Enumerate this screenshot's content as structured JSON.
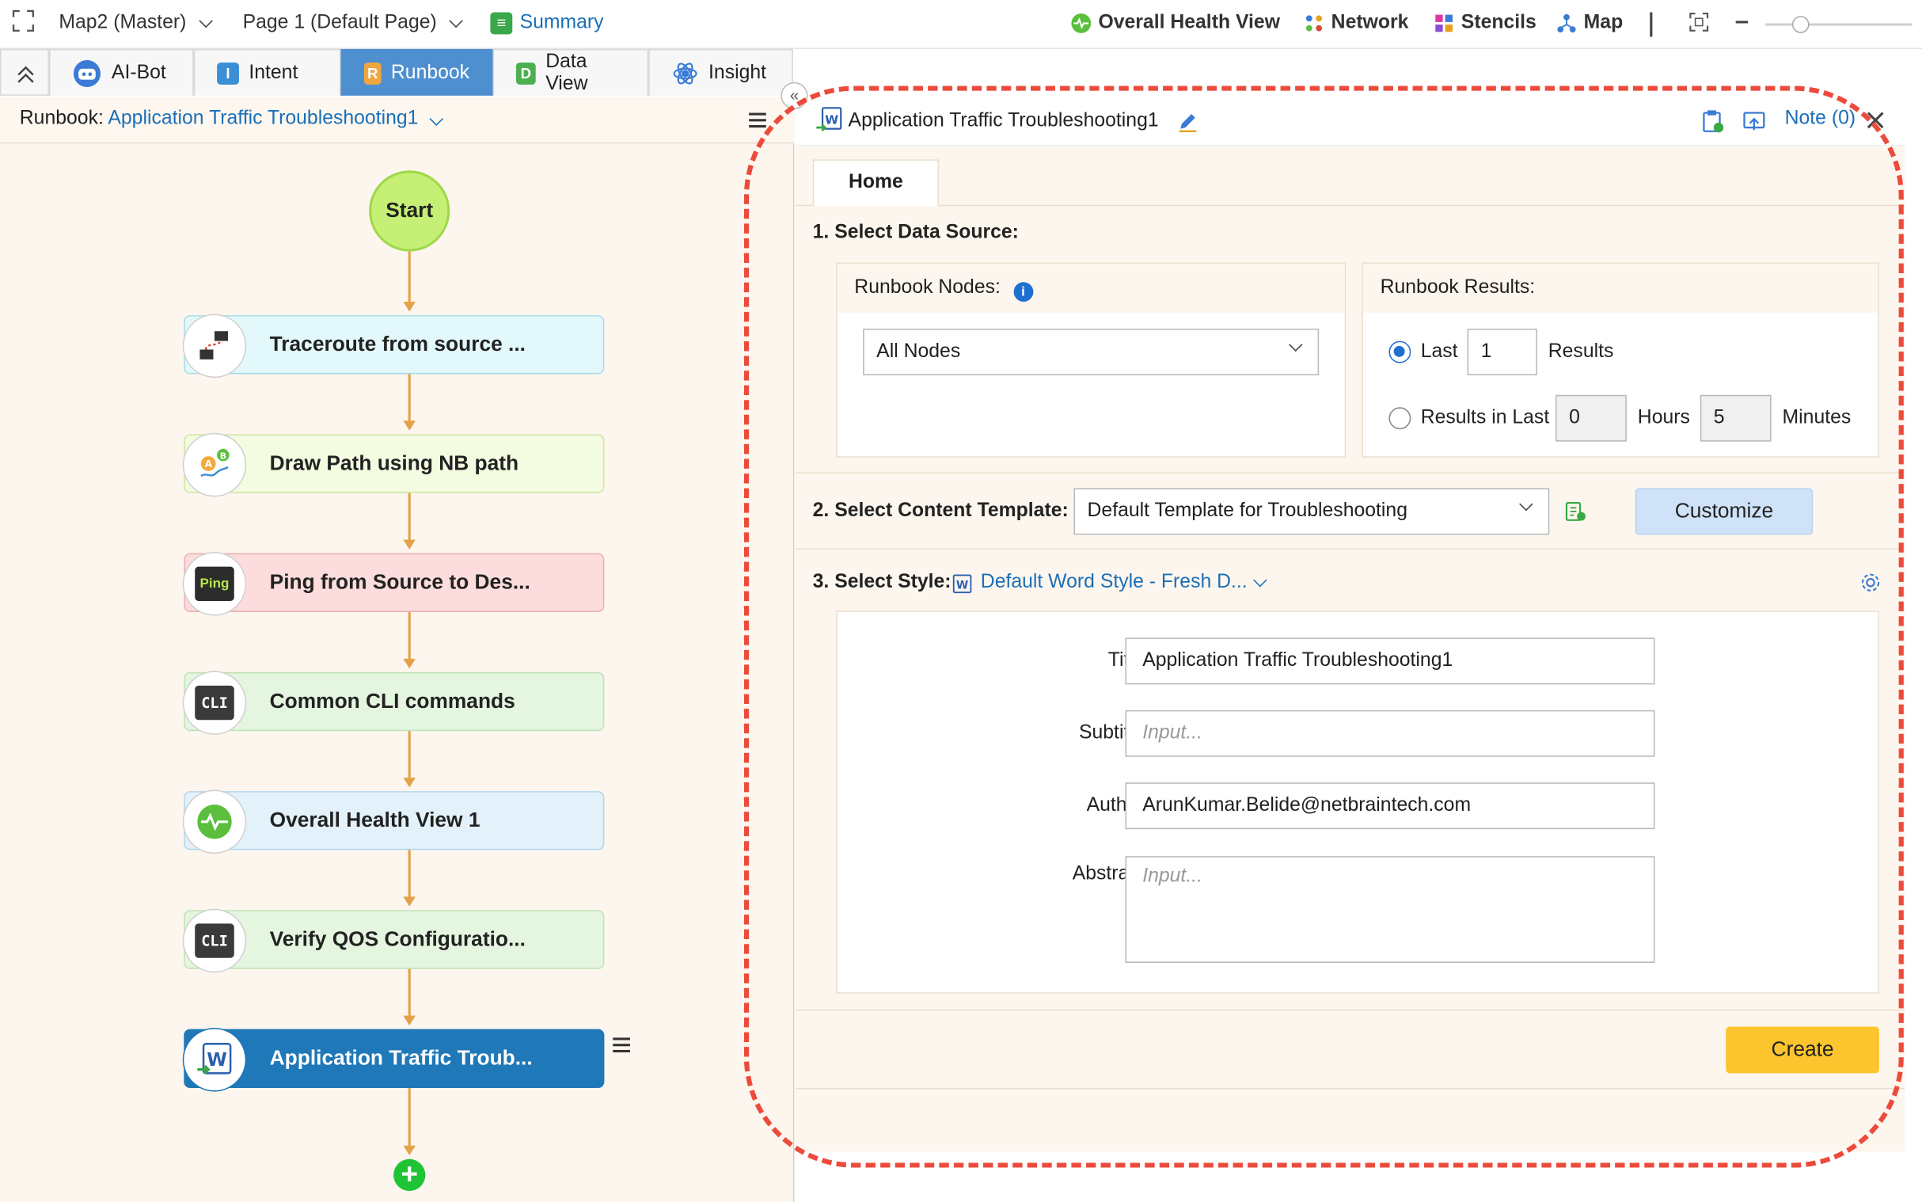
{
  "topbar": {
    "map_label": "Map2 (Master)",
    "page_label": "Page 1  (Default Page)",
    "summary_label": "Summary",
    "health_label": "Overall Health View",
    "network_label": "Network",
    "stencils_label": "Stencils",
    "map_btn_label": "Map"
  },
  "tabs": [
    {
      "label": "AI-Bot"
    },
    {
      "label": "Intent",
      "letter": "I"
    },
    {
      "label": "Runbook",
      "letter": "R"
    },
    {
      "label": "Data View",
      "letter": "D"
    },
    {
      "label": "Insight"
    }
  ],
  "runbook": {
    "prefix": "Runbook:",
    "name": "Application Traffic Troubleshooting1",
    "start_label": "Start",
    "nodes": [
      {
        "label": "Traceroute from source ...",
        "icon": "traceroute-icon"
      },
      {
        "label": "Draw Path using NB path",
        "icon": "path-icon"
      },
      {
        "label": "Ping from Source to Des...",
        "icon": "ping-icon",
        "icon_text": "Ping"
      },
      {
        "label": "Common CLI commands",
        "icon": "cli-icon",
        "icon_text": "CLI"
      },
      {
        "label": "Overall Health View 1",
        "icon": "health-icon"
      },
      {
        "label": "Verify QOS Configuratio...",
        "icon": "cli-icon",
        "icon_text": "CLI"
      },
      {
        "label": "Application Traffic Troub...",
        "icon": "word-icon",
        "icon_text": "W"
      }
    ]
  },
  "panel": {
    "title": "Application Traffic Troubleshooting1",
    "note_label": "Note (0)",
    "home_tab": "Home",
    "section1": "1. Select Data Source:",
    "nodes_label": "Runbook Nodes:",
    "nodes_value": "All Nodes",
    "results_label": "Runbook Results:",
    "last_label": "Last",
    "last_value": "1",
    "results_word": "Results",
    "results_in_last": "Results in Last",
    "hours_value": "0",
    "hours_label": "Hours",
    "minutes_value": "5",
    "minutes_label": "Minutes",
    "section2": "2. Select Content Template:",
    "template_value": "Default Template for Troubleshooting",
    "customize_label": "Customize",
    "section3": "3. Select Style:",
    "style_value": "Default Word Style - Fresh D...",
    "title_label": "Title:",
    "title_value": "Application Traffic Troubleshooting1",
    "subtitle_label": "Subtitle:",
    "subtitle_placeholder": "Input...",
    "author_label": "Author:",
    "author_value": "ArunKumar.Belide@netbraintech.com",
    "abstract_label": "Abstract:",
    "abstract_placeholder": "Input...",
    "create_label": "Create"
  },
  "colors": {
    "accent": "#1b6fb8",
    "runbook_tab": "#4e8fd0",
    "flow_line": "#e3a24a",
    "highlight": "#ec4b3c",
    "create_button": "#fcc52d"
  }
}
